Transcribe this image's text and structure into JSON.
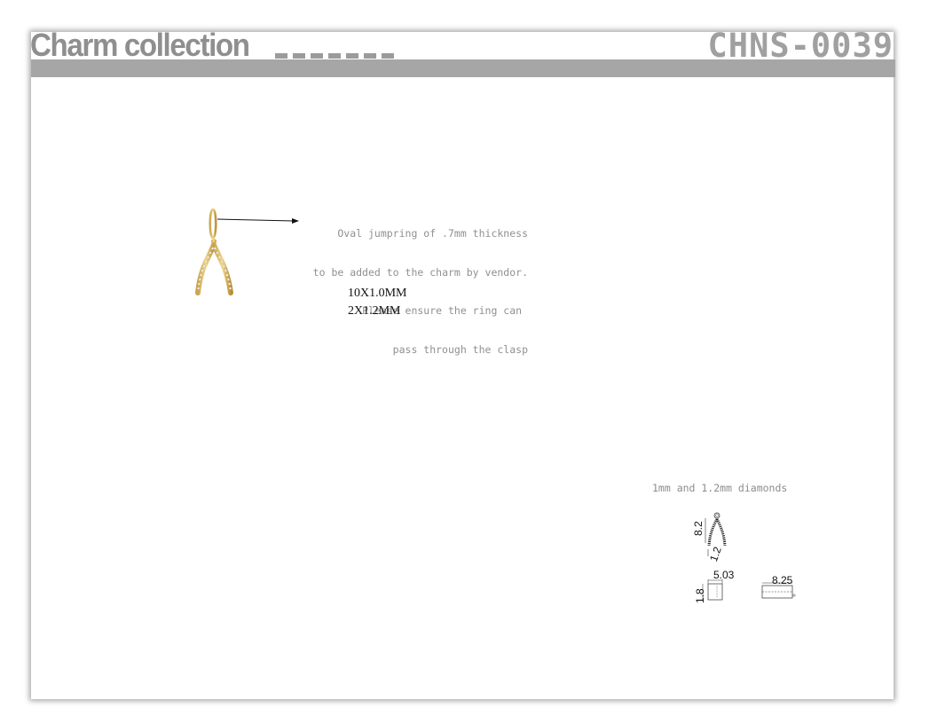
{
  "header": {
    "title": "Charm collection",
    "code": "CHNS-0039"
  },
  "note": {
    "lines": [
      "Oval jumpring of .7mm thickness",
      "to be added to the charm by vendor.",
      "Please ensure the ring can ",
      "pass through the clasp"
    ]
  },
  "sizes": {
    "line1": "10X1.0MM",
    "line2": "2X1.2MM"
  },
  "diamonds": {
    "label": "1mm and 1.2mm diamonds"
  },
  "dimensions": {
    "height": "8.2",
    "width_small": "1.2",
    "side_width": "5.03",
    "thickness": "1.8",
    "top_length": "8.25"
  },
  "colors": {
    "header_bar": "#a6a6a6",
    "title": "#8f8f8f",
    "gold": "#d9b45a"
  }
}
